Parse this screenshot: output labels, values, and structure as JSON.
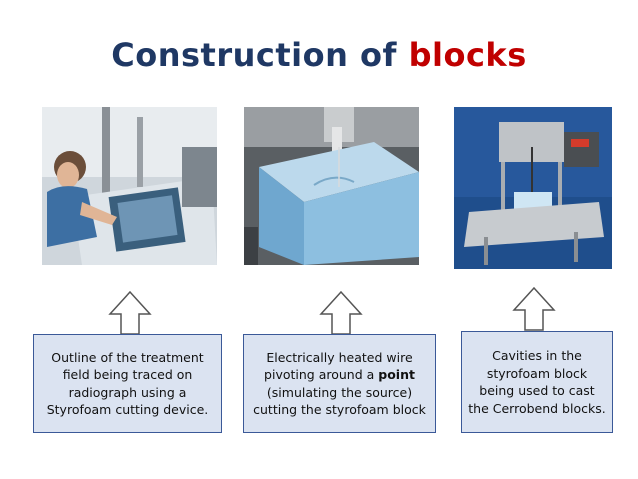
{
  "title": {
    "part1": "Construction",
    "part2": "of",
    "part3": "blocks"
  },
  "panels": [
    {
      "caption": "Outline of the treatment field being traced on radiograph using a Styrofoam cutting device."
    },
    {
      "caption_before": "Electrically heated wire pivoting around a ",
      "caption_bold": "point",
      "caption_after": " (simulating  the source) cutting the styrofoam block"
    },
    {
      "caption": "Cavities in the styrofoam block being used to cast the Cerrobend blocks."
    }
  ]
}
